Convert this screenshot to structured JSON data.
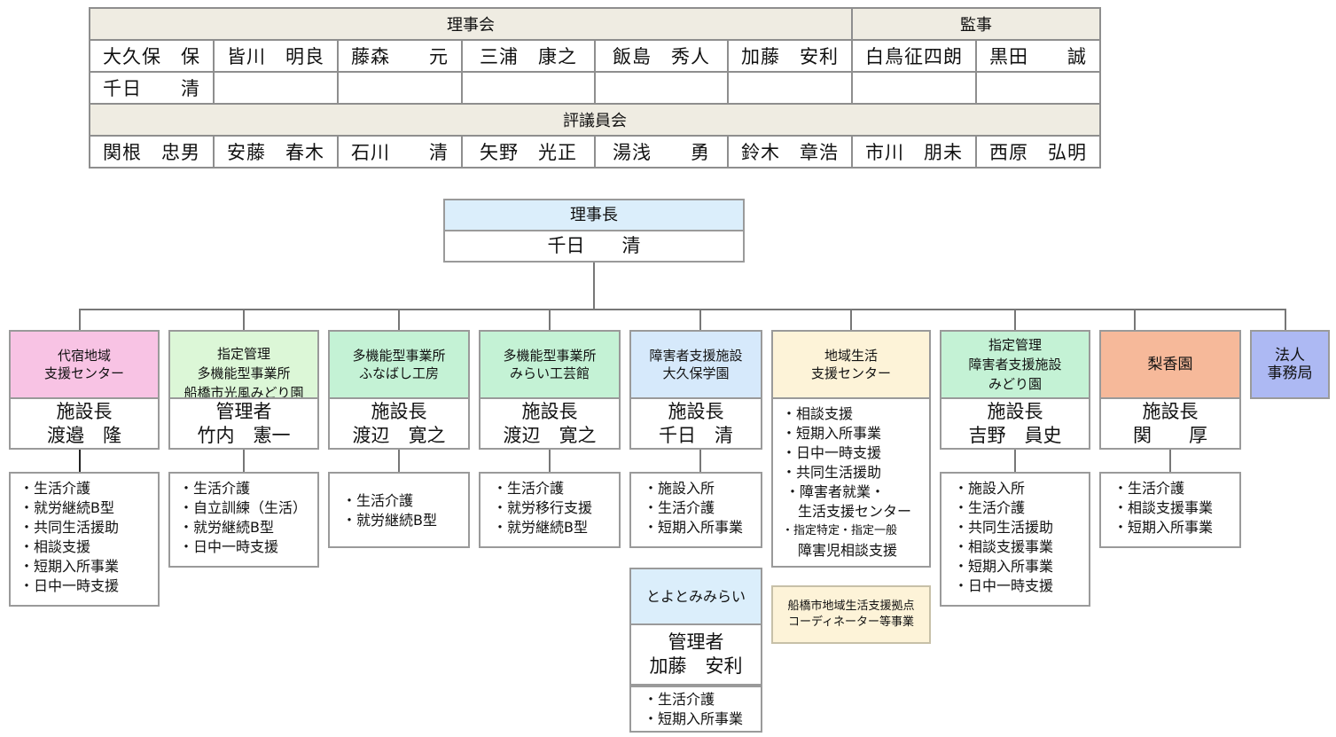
{
  "board": {
    "rijikai_label": "理事会",
    "kanji_label": "監事",
    "hyogiinkai_label": "評議員会",
    "row1": [
      "大久保　保",
      "皆川　明良",
      "藤森　　元",
      "三浦　康之",
      "飯島　秀人",
      "加藤　安利",
      "白鳥征四朗",
      "黒田　　誠"
    ],
    "row2": [
      "千日　　清",
      "",
      "",
      "",
      "",
      "",
      "",
      ""
    ],
    "row3": [
      "関根　忠男",
      "安藤　春木",
      "石川　　清",
      "矢野　光正",
      "湯浅　　勇",
      "鈴木　章浩",
      "市川　朋未",
      "西原　弘明"
    ]
  },
  "chairman": {
    "title": "理事長",
    "name": "千日　　清"
  },
  "units": [
    {
      "title": "代宿地域\n支援センター",
      "role": "施設長",
      "name": "渡邉　隆",
      "services": [
        "・生活介護",
        "・就労継続B型",
        "・共同生活援助",
        "・相談支援",
        "・短期入所事業",
        "・日中一時支援"
      ]
    },
    {
      "title": "指定管理\n多機能型事業所\n船橋市光風みどり園",
      "role": "管理者",
      "name": "竹内　憲一",
      "services": [
        "・生活介護",
        "・自立訓練（生活）",
        "・就労継続B型",
        "・日中一時支援"
      ]
    },
    {
      "title": "多機能型事業所\nふなばし工房",
      "role": "施設長",
      "name": "渡辺　寛之",
      "services": [
        "・生活介護",
        "・就労継続B型"
      ]
    },
    {
      "title": "多機能型事業所\nみらい工芸館",
      "role": "施設長",
      "name": "渡辺　寛之",
      "services": [
        "・生活介護",
        "・就労移行支援",
        "・就労継続B型"
      ]
    },
    {
      "title": "障害者支援施設\n大久保学園",
      "role": "施設長",
      "name": "千日　清",
      "services": [
        "・施設入所",
        "・生活介護",
        "・短期入所事業"
      ]
    },
    {
      "title": "地域生活\n支援センター",
      "role": "",
      "name": "",
      "services": [
        "・相談支援",
        "・短期入所事業",
        "・日中一時支援",
        "・共同生活援助",
        "・障害者就業・",
        "生活支援センター",
        "・指定特定・指定一般",
        "障害児相談支援"
      ]
    },
    {
      "title": "指定管理\n障害者支援施設\nみどり園",
      "role": "施設長",
      "name": "吉野　員史",
      "services": [
        "・施設入所",
        "・生活介護",
        "・共同生活援助",
        "・相談支援事業",
        "・短期入所事業",
        "・日中一時支援"
      ]
    },
    {
      "title": "梨香園",
      "role": "施設長",
      "name": "関　　厚",
      "services": [
        "・生活介護",
        "・相談支援事業",
        "・短期入所事業"
      ]
    },
    {
      "title": "法人\n事務局",
      "role": "",
      "name": "",
      "services": []
    }
  ],
  "toyotomi": {
    "title": "とよとみみらい",
    "role": "管理者",
    "name": "加藤　安利",
    "services": [
      "・生活介護",
      "・短期入所事業"
    ]
  },
  "coordinator": {
    "text": "船橋市地域生活支援拠点\nコーディネーター等事業"
  },
  "colors": {
    "pink": "#f8c3e4",
    "green": "#dcf7d7",
    "mint": "#c4f2d5",
    "blue": "#d6e9fb",
    "cream": "#fdf3d8",
    "salmon": "#f6b99a",
    "violet": "#adb9f3"
  }
}
